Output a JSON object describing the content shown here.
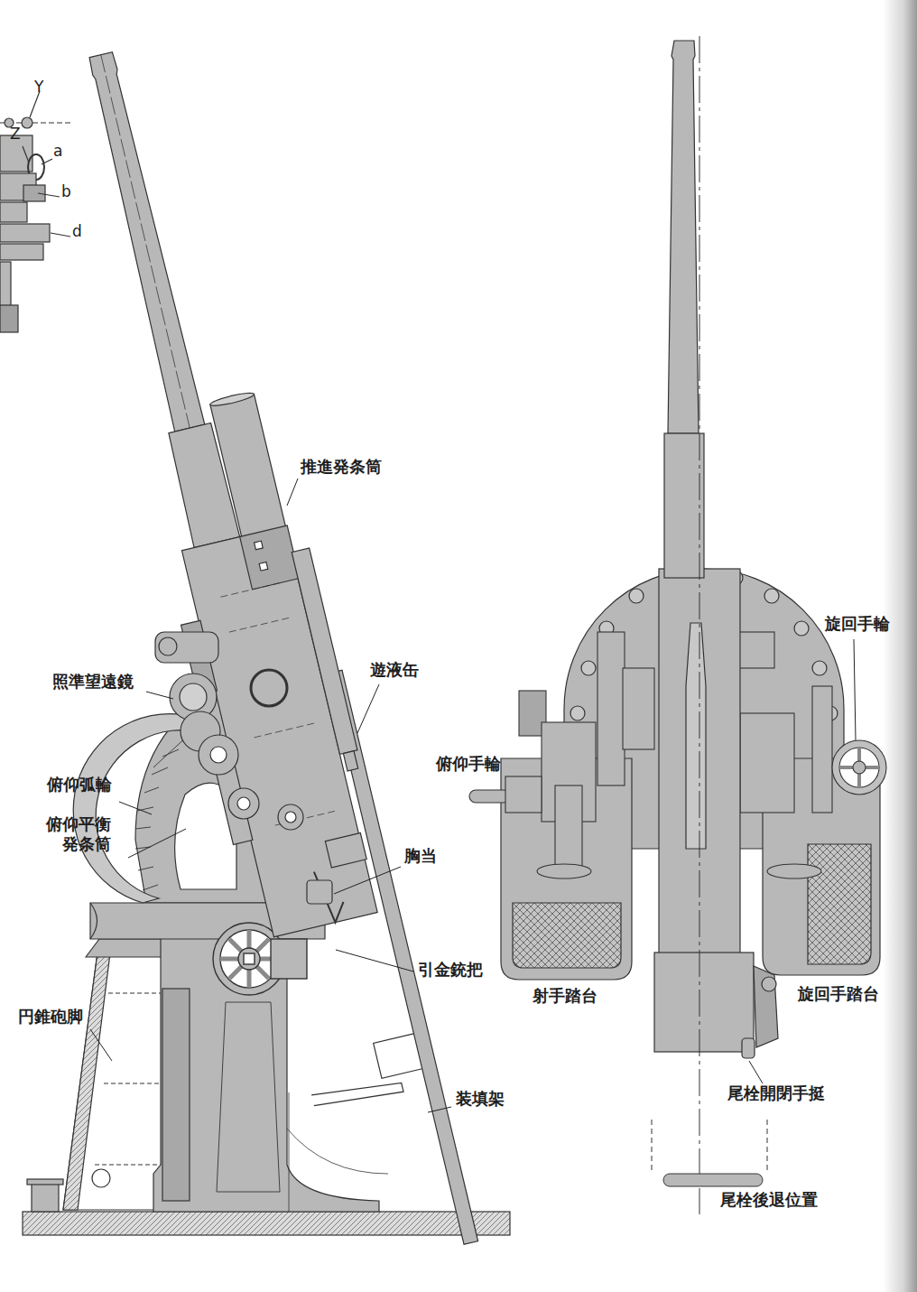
{
  "diagram": {
    "labels": [
      "Y",
      "Z",
      "a",
      "b",
      "d",
      "推進発条筒",
      "照準望遠鏡",
      "遊液缶",
      "俯仰弧輪",
      "俯仰平衡 発条筒",
      "胸当",
      "引金銃把",
      "円錐砲脚",
      "装填架",
      "俯仰手輪",
      "旋回手輪",
      "射手踏台",
      "旋回手踏台",
      "尾栓開閉手挺",
      "尾栓後退位置"
    ]
  }
}
